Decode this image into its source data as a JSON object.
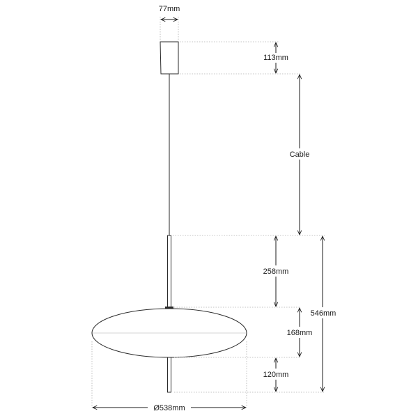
{
  "dimensions": {
    "canopy_width": "77mm",
    "canopy_height": "113mm",
    "cable": "Cable",
    "stem_upper": "258mm",
    "shade_height": "168mm",
    "stem_lower": "120mm",
    "total_height": "546mm",
    "shade_diameter": "Ø538mm"
  }
}
